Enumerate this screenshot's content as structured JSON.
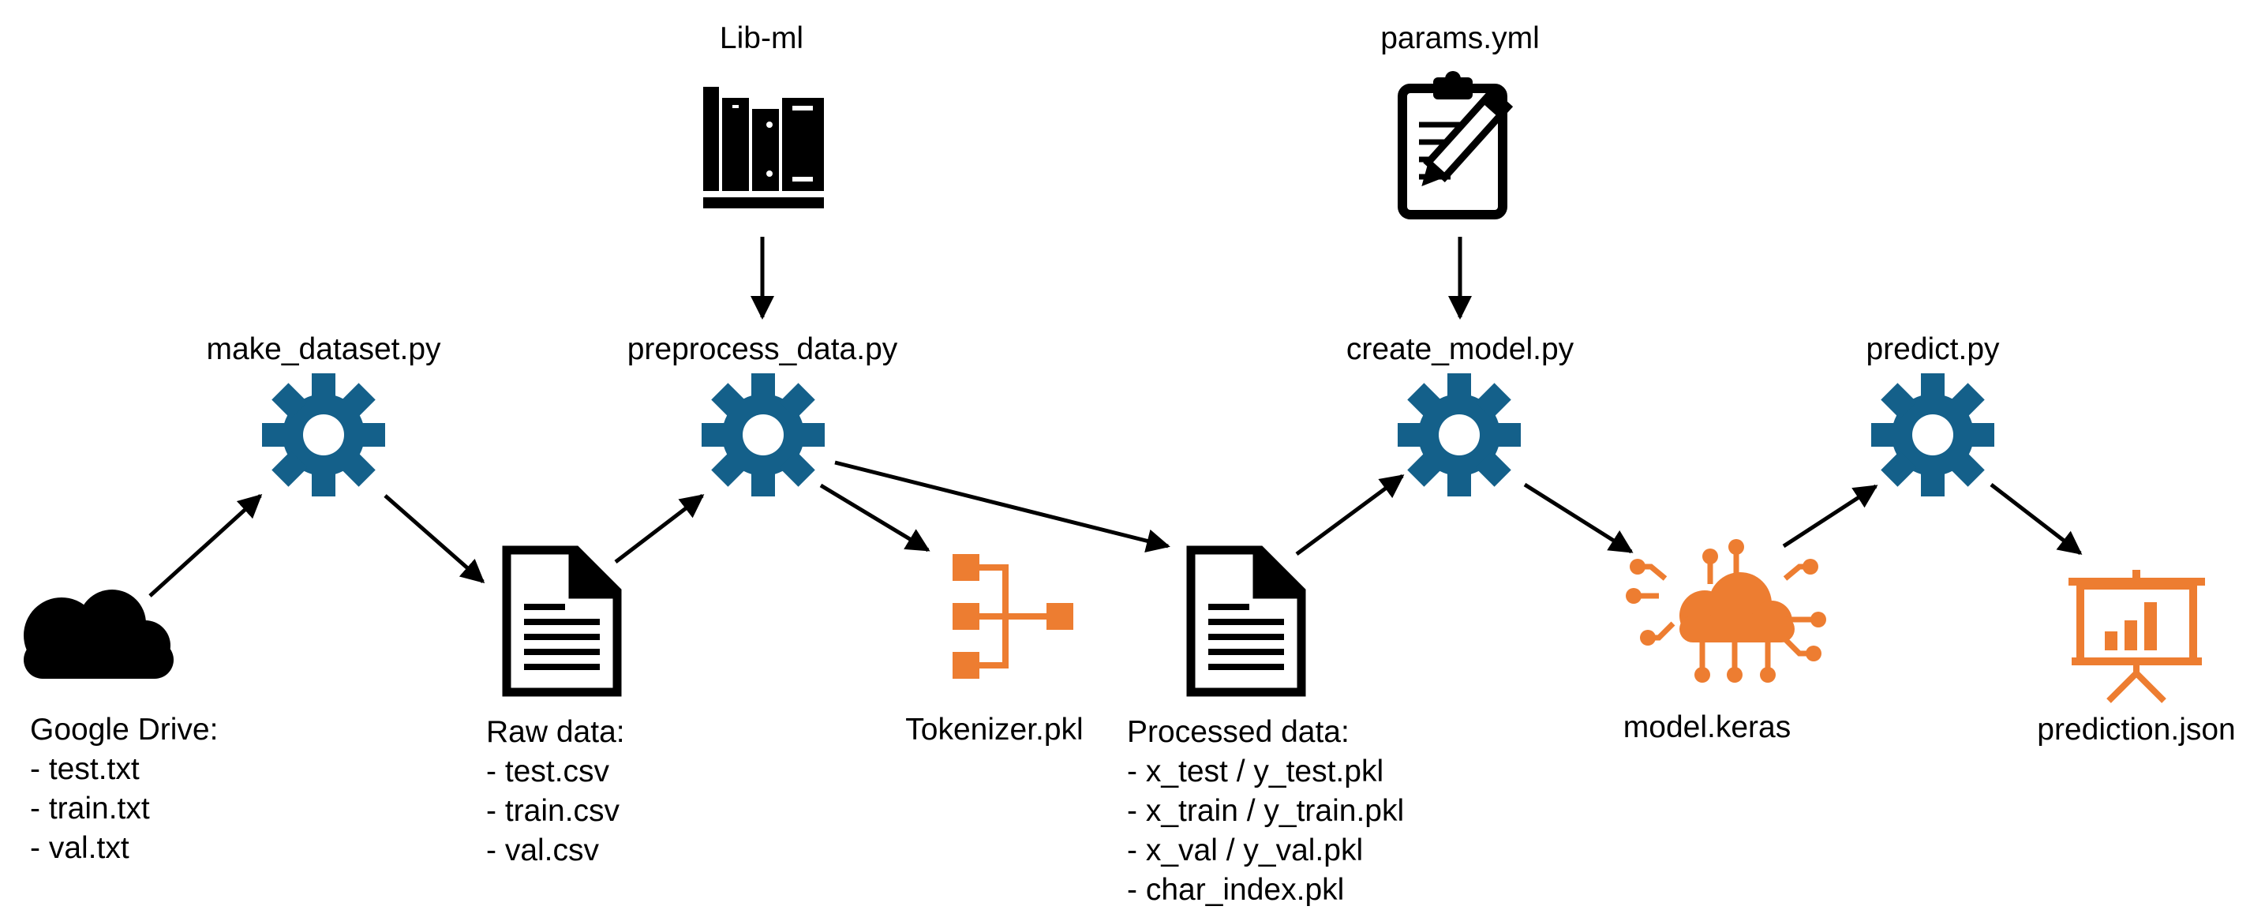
{
  "colors": {
    "gear": "#14608A",
    "artifact": "#ED7D31",
    "ink": "#000000"
  },
  "top_inputs": [
    {
      "label": "Lib-ml",
      "icon": "books-icon"
    },
    {
      "label": "params.yml",
      "icon": "clipboard-edit-icon"
    }
  ],
  "steps": [
    {
      "label": "make_dataset.py",
      "icon": "gear-icon"
    },
    {
      "label": "preprocess_data.py",
      "icon": "gear-icon"
    },
    {
      "label": "create_model.py",
      "icon": "gear-icon"
    },
    {
      "label": "predict.py",
      "icon": "gear-icon"
    }
  ],
  "source": {
    "title": "Google Drive:",
    "items": [
      "test.txt",
      "train.txt",
      "val.txt"
    ],
    "icon": "cloud-icon"
  },
  "raw_data": {
    "title": "Raw data:",
    "items": [
      "test.csv",
      "train.csv",
      "val.csv"
    ],
    "icon": "document-icon"
  },
  "tokenizer": {
    "label": "Tokenizer.pkl",
    "icon": "hierarchy-icon"
  },
  "processed_data": {
    "title": "Processed data:",
    "items": [
      "x_test / y_test.pkl",
      "x_train / y_train.pkl",
      "x_val / y_val.pkl",
      "char_index.pkl"
    ],
    "icon": "document-icon"
  },
  "model": {
    "label": "model.keras",
    "icon": "cloud-network-icon"
  },
  "prediction": {
    "label": "prediction.json",
    "icon": "presentation-chart-icon"
  }
}
